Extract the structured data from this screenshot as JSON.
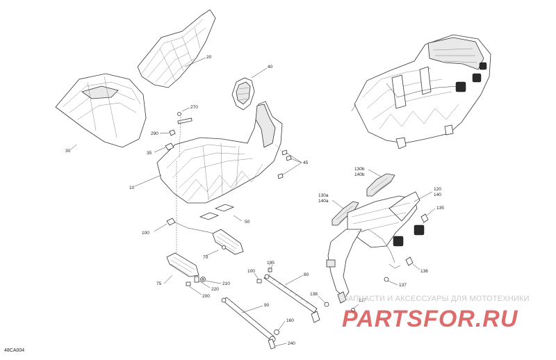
{
  "diagram": {
    "code": "48CA004",
    "callouts": {
      "c20": "20",
      "c30": "30",
      "c40": "40",
      "c270": "270",
      "c290": "290",
      "c35": "35",
      "c45": "45",
      "c10": "10",
      "c50": "50",
      "c100a": "100",
      "c70": "70",
      "c75": "75",
      "c210": "210",
      "c220": "220",
      "c200": "200",
      "c195": "195",
      "c100b": "100",
      "c80": "80",
      "c90": "90",
      "c138": "138",
      "c160": "160",
      "c240": "240",
      "c130b": "130b",
      "c140b": "140b",
      "c130a": "130a",
      "c140a": "140a",
      "c120": "120",
      "c140": "140",
      "c135": "135",
      "c136": "136",
      "c137a": "137",
      "c137b": "137"
    }
  },
  "watermark": {
    "text": "ЗАПЧАСТИ И АКСЕССУАРЫ ДЛЯ МОТОТЕХНИКИ",
    "logo": "PARTSFOR.RU"
  }
}
